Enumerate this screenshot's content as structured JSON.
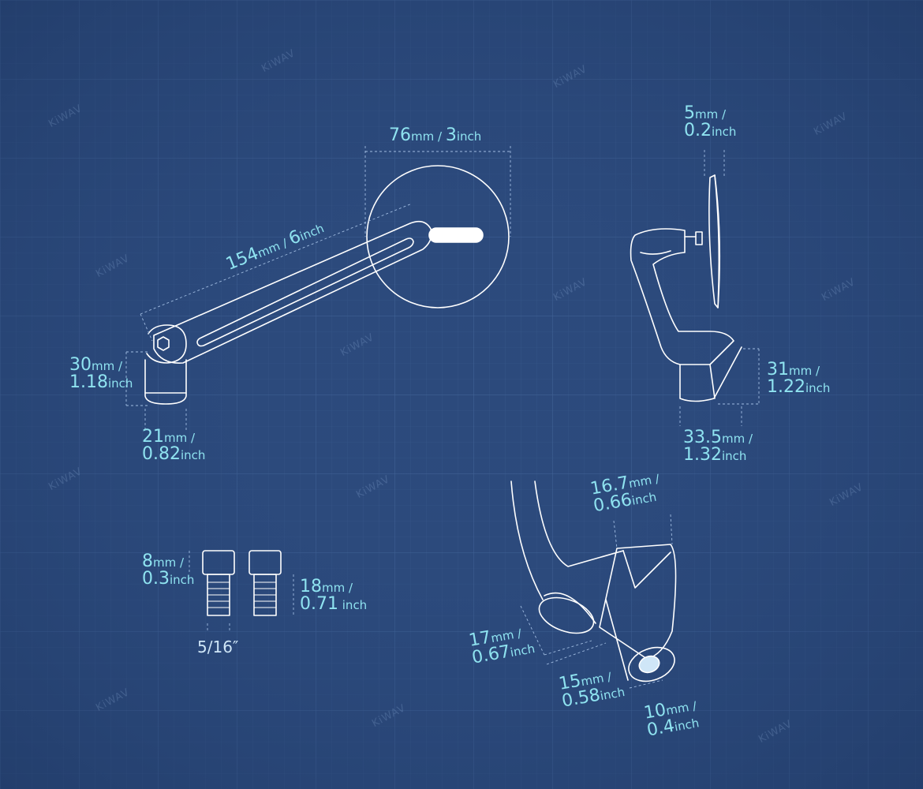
{
  "watermark": "KiWAV",
  "colors": {
    "background": "#2c4a7c",
    "grid": "#3a5a8c",
    "outline": "#ffffff",
    "dimension_line": "#9fbbe0",
    "label": "#8fe3f0"
  },
  "dimensions": {
    "mirror_diameter": {
      "mm": "76",
      "mm_unit": "mm",
      "in": "3",
      "in_unit": "inch"
    },
    "arm_length": {
      "mm": "154",
      "mm_unit": "mm",
      "in": "6",
      "in_unit": "inch"
    },
    "mount_height": {
      "mm": "30",
      "mm_unit": "mm",
      "in": "1.18",
      "in_unit": "inch"
    },
    "mount_width": {
      "mm": "21",
      "mm_unit": "mm",
      "in": "0.82",
      "in_unit": "inch"
    },
    "mirror_thickness": {
      "mm": "5",
      "mm_unit": "mm",
      "in": "0.2",
      "in_unit": "inch"
    },
    "side_mount_height": {
      "mm": "31",
      "mm_unit": "mm",
      "in": "1.22",
      "in_unit": "inch"
    },
    "side_mount_width": {
      "mm": "33.5",
      "mm_unit": "mm",
      "in": "1.32",
      "in_unit": "inch"
    },
    "clamp_top": {
      "mm": "16.7",
      "mm_unit": "mm",
      "in": "0.66",
      "in_unit": "inch"
    },
    "arm_bore": {
      "mm": "17",
      "mm_unit": "mm",
      "in": "0.67",
      "in_unit": "inch"
    },
    "clamp_body": {
      "mm": "15",
      "mm_unit": "mm",
      "in": "0.58",
      "in_unit": "inch"
    },
    "clamp_hole": {
      "mm": "10",
      "mm_unit": "mm",
      "in": "0.4",
      "in_unit": "inch"
    },
    "bolt_head": {
      "mm": "8",
      "mm_unit": "mm",
      "in": "0.3",
      "in_unit": "inch"
    },
    "bolt_length": {
      "mm": "18",
      "mm_unit": "mm",
      "in": "0.71",
      "in_unit": "inch"
    }
  },
  "bolt_thread": "5/16″"
}
